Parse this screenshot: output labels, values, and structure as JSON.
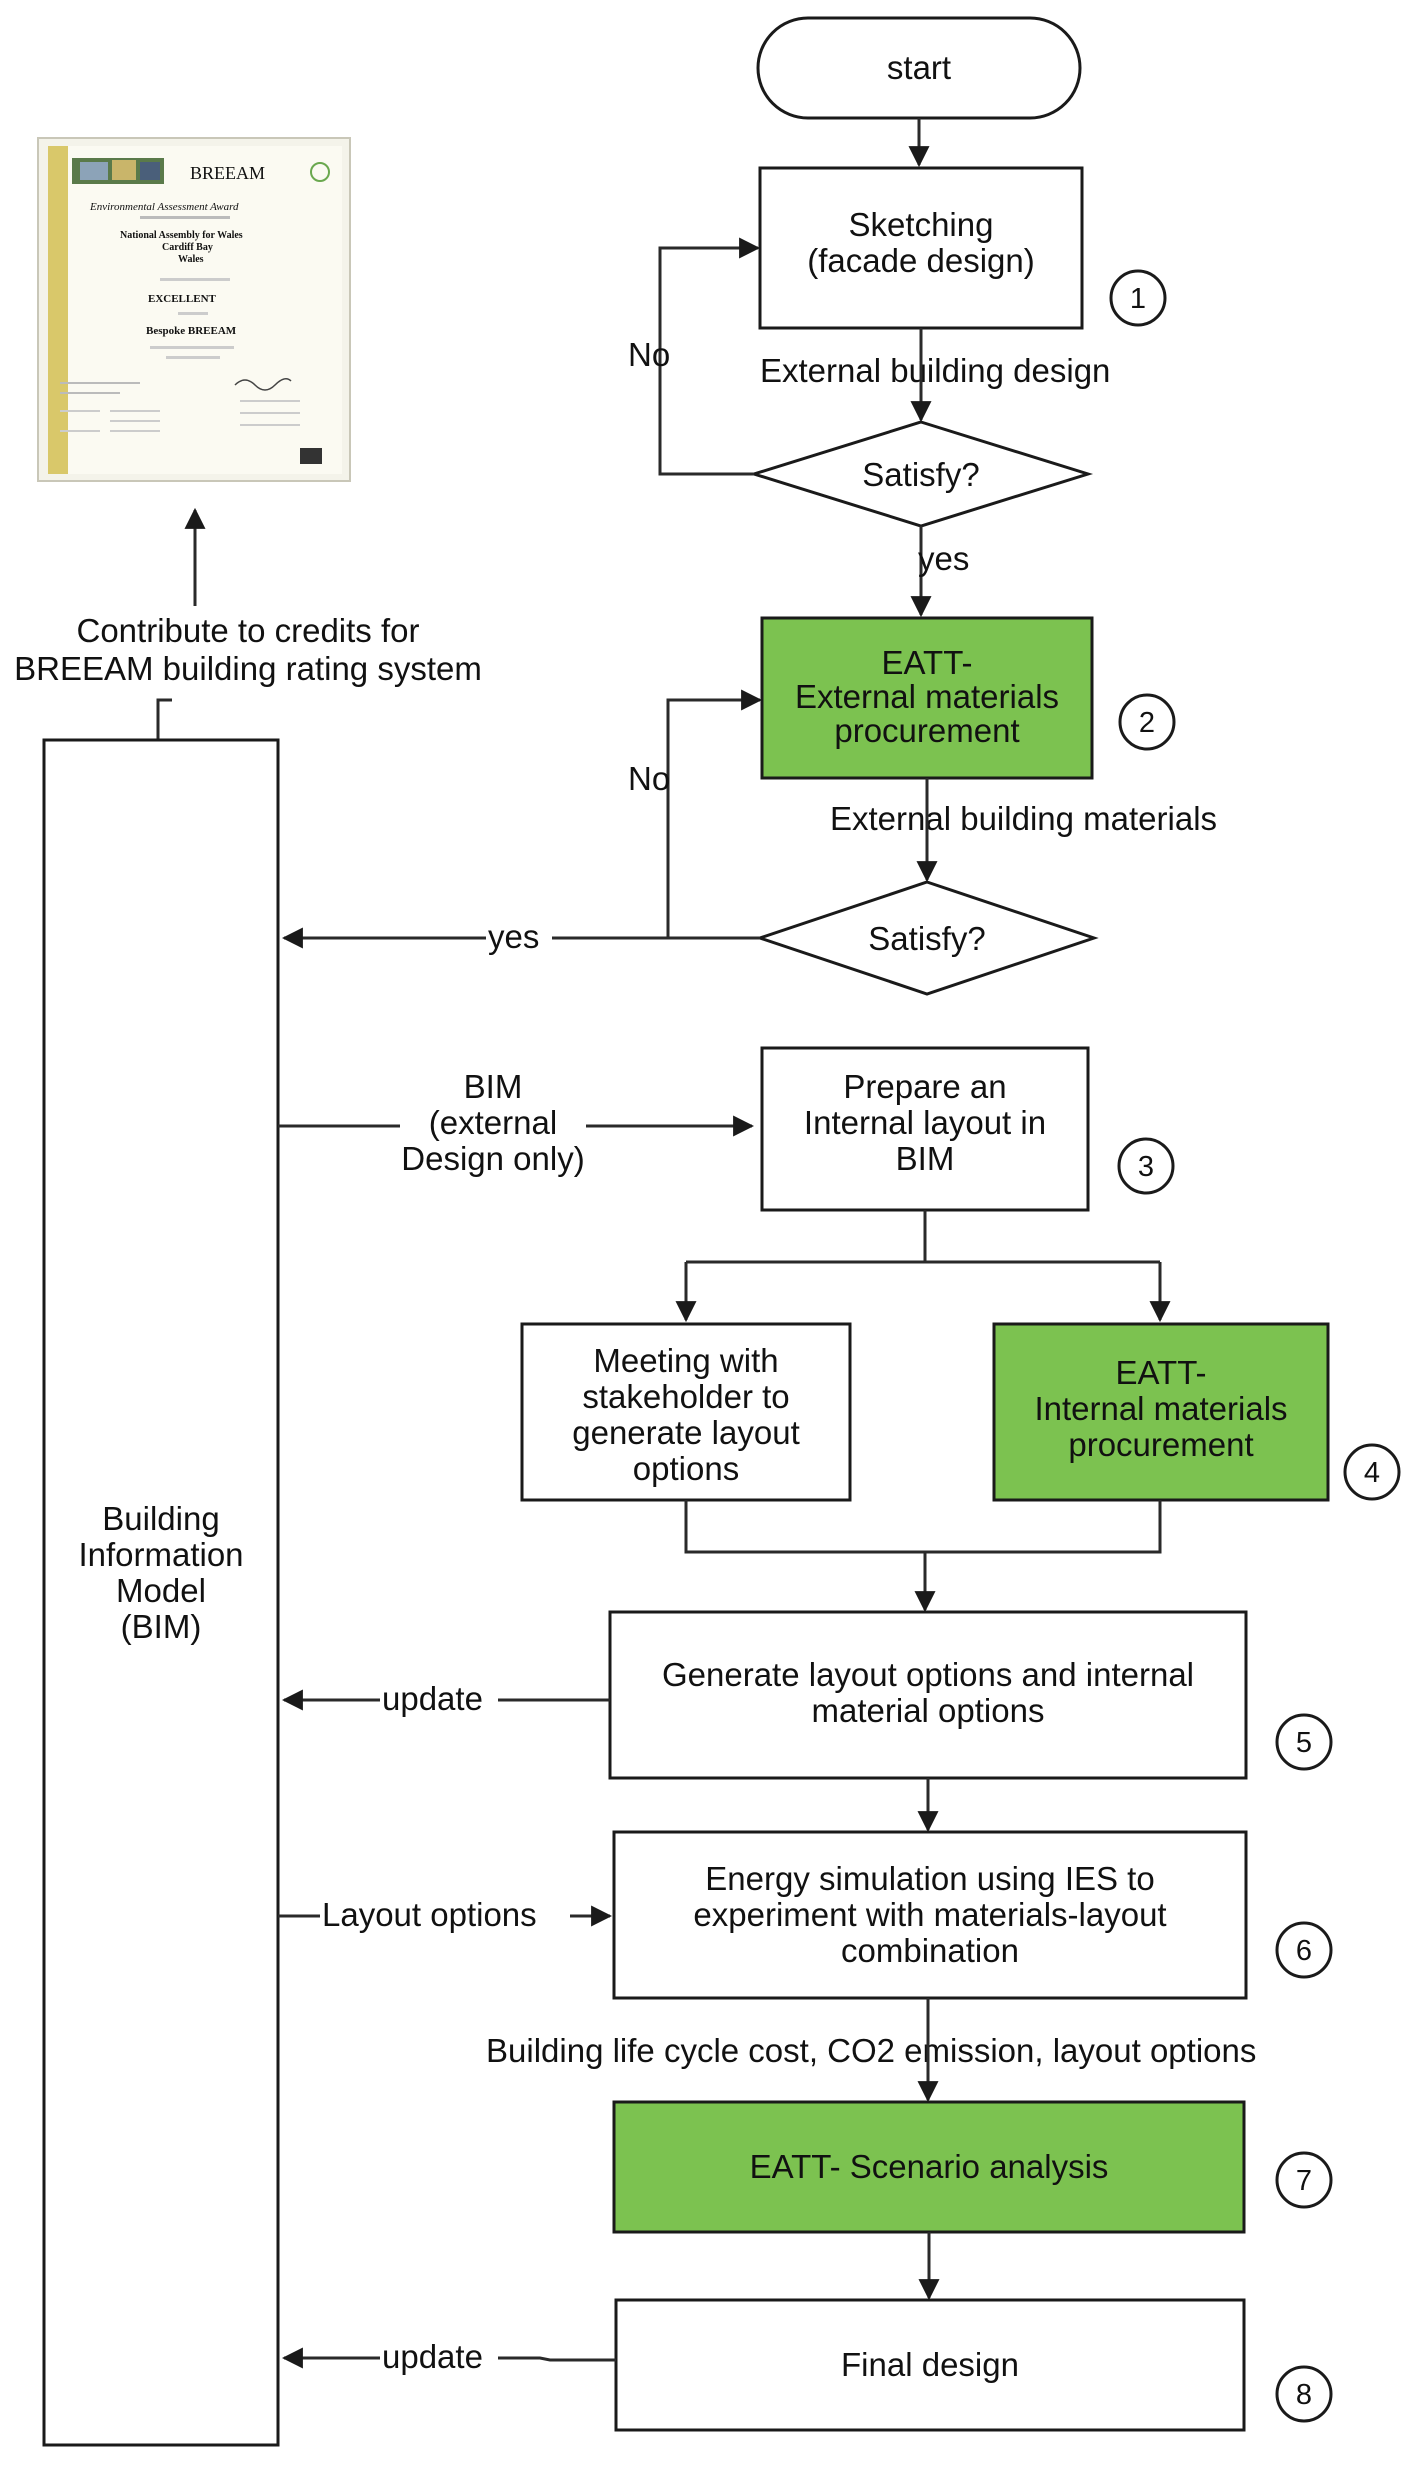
{
  "diagram": {
    "start": "start",
    "sketching": [
      "Sketching",
      "(facade design)"
    ],
    "external_building_design": "External building design",
    "satisfy_1": "Satisfy?",
    "no_1": "No",
    "yes_1": "yes",
    "eatt_external": [
      "EATT-",
      "External materials",
      "procurement"
    ],
    "no_2": "No",
    "external_building_materials": "External building materials",
    "satisfy_2": "Satisfy?",
    "yes_2": "yes",
    "bim_label": [
      "BIM",
      "(external",
      "Design only)"
    ],
    "prepare_layout": [
      "Prepare an",
      "Internal layout in",
      "BIM"
    ],
    "meeting": [
      "Meeting with",
      "stakeholder to",
      "generate layout",
      "options"
    ],
    "eatt_internal": [
      "EATT-",
      "Internal materials",
      "procurement"
    ],
    "generate_options": [
      "Generate layout options and internal",
      "material options"
    ],
    "update_1": "update",
    "energy_sim": [
      "Energy simulation using IES to",
      "experiment with  materials-layout",
      "combination"
    ],
    "layout_options": "Layout options",
    "costs_label": "Building life cycle cost, CO2 emission, layout options",
    "scenario": "EATT- Scenario analysis",
    "final_design": "Final design",
    "update_2": "update",
    "bim_model": [
      "Building",
      "Information",
      "Model",
      "(BIM)"
    ],
    "contribute": [
      "Contribute to credits for",
      "BREEAM building rating system"
    ],
    "step_numbers": [
      "1",
      "2",
      "3",
      "4",
      "5",
      "6",
      "7",
      "8"
    ]
  },
  "certificate": {
    "brand": "BREEAM",
    "award": "Environmental Assessment Award",
    "recipient": [
      "National Assembly for Wales",
      "Cardiff Bay",
      "Wales"
    ],
    "rating": "EXCELLENT",
    "scheme": "Bespoke BREEAM"
  },
  "colors": {
    "green_box": "#7cc250",
    "stroke": "#1a1a1a"
  }
}
